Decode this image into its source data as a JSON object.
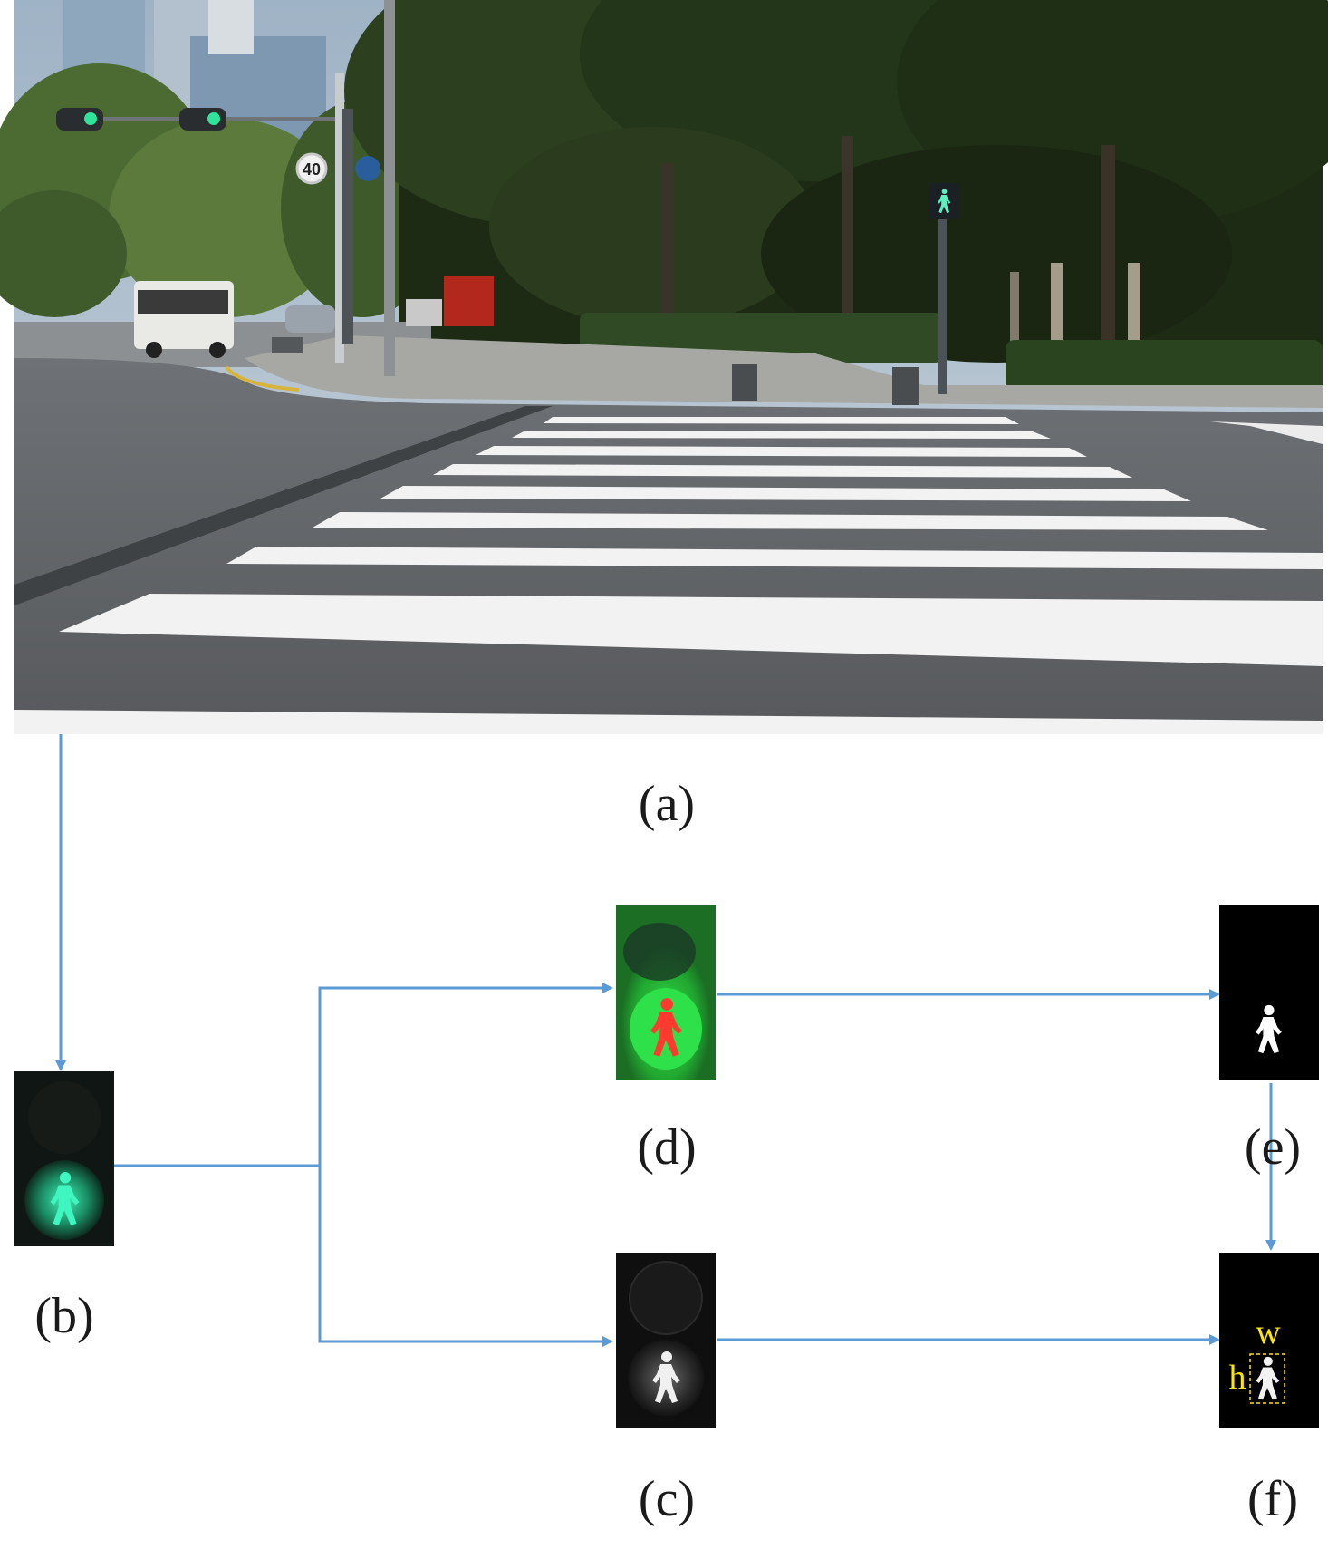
{
  "panels": {
    "a": {
      "caption": "(a)",
      "speed_sign": "40"
    },
    "b": {
      "caption": "(b)"
    },
    "c": {
      "caption": "(c)"
    },
    "d": {
      "caption": "(d)"
    },
    "e": {
      "caption": "(e)"
    },
    "f": {
      "caption": "(f)",
      "width_label": "w",
      "height_label": "h"
    }
  },
  "colors": {
    "arrow": "#5b9bd5",
    "signal_green": "#39e6b0",
    "mask_red": "#ff3b30",
    "mask_green": "#29c23a",
    "bbox": "#ffe600"
  }
}
